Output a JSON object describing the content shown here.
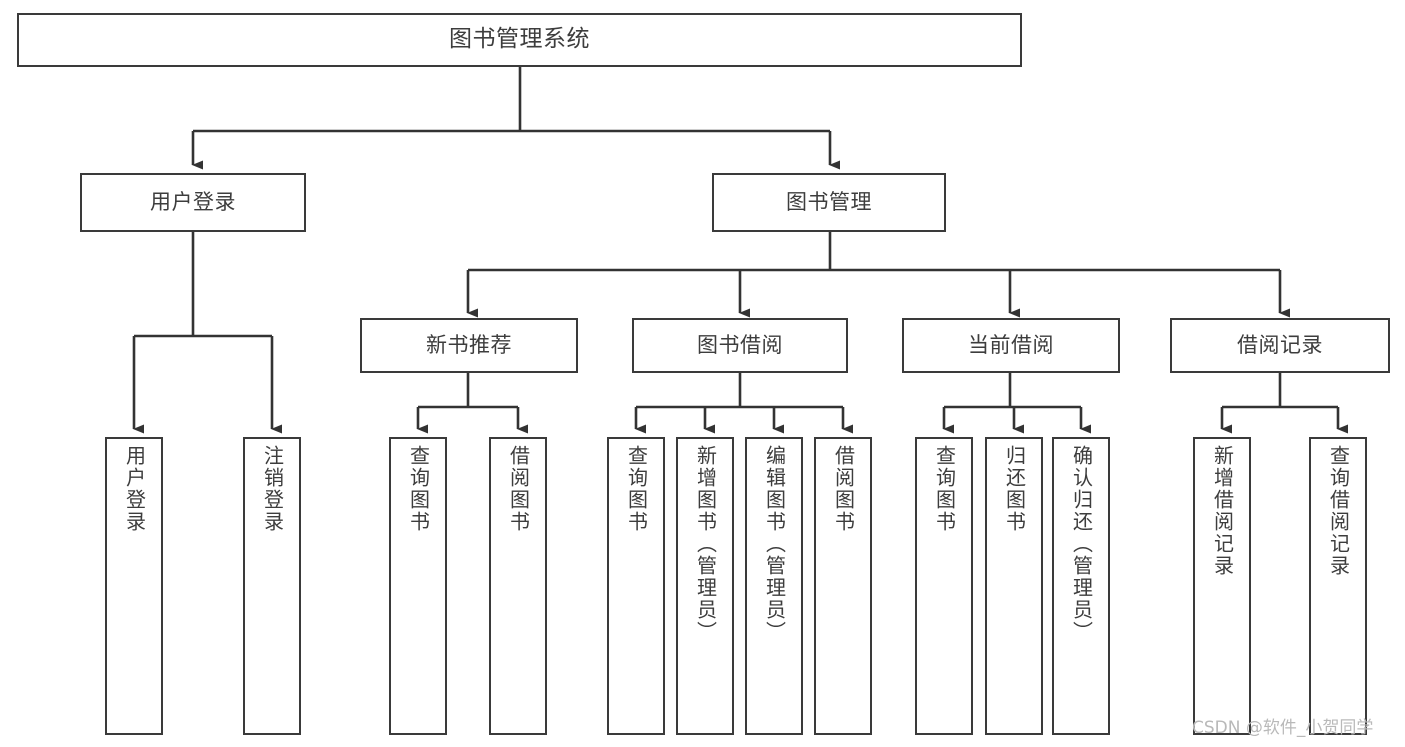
{
  "diagram": {
    "title": "图书管理系统",
    "type": "tree-hierarchy-chart",
    "watermark": "CSDN @软件_小贺同学",
    "root": {
      "label": "图书管理系统"
    },
    "level2": [
      {
        "label": "用户登录"
      },
      {
        "label": "图书管理"
      }
    ],
    "level3": [
      {
        "label": "新书推荐"
      },
      {
        "label": "图书借阅"
      },
      {
        "label": "当前借阅"
      },
      {
        "label": "借阅记录"
      }
    ],
    "leaves": [
      {
        "label": "用户登录"
      },
      {
        "label": "注销登录"
      },
      {
        "label": "查询图书"
      },
      {
        "label": "借阅图书"
      },
      {
        "label": "查询图书"
      },
      {
        "label": "新增图书（管理员）"
      },
      {
        "label": "编辑图书（管理员）"
      },
      {
        "label": "借阅图书"
      },
      {
        "label": "查询图书"
      },
      {
        "label": "归还图书"
      },
      {
        "label": "确认归还（管理员）"
      },
      {
        "label": "新增借阅记录"
      },
      {
        "label": "查询借阅记录"
      }
    ],
    "colors": {
      "box_border": "#3a3a3a",
      "box_fill": "#ffffff",
      "connector": "#333333",
      "text": "#3d3d3d",
      "watermark": "#b9b9b9",
      "canvas": "#ffffff"
    }
  }
}
